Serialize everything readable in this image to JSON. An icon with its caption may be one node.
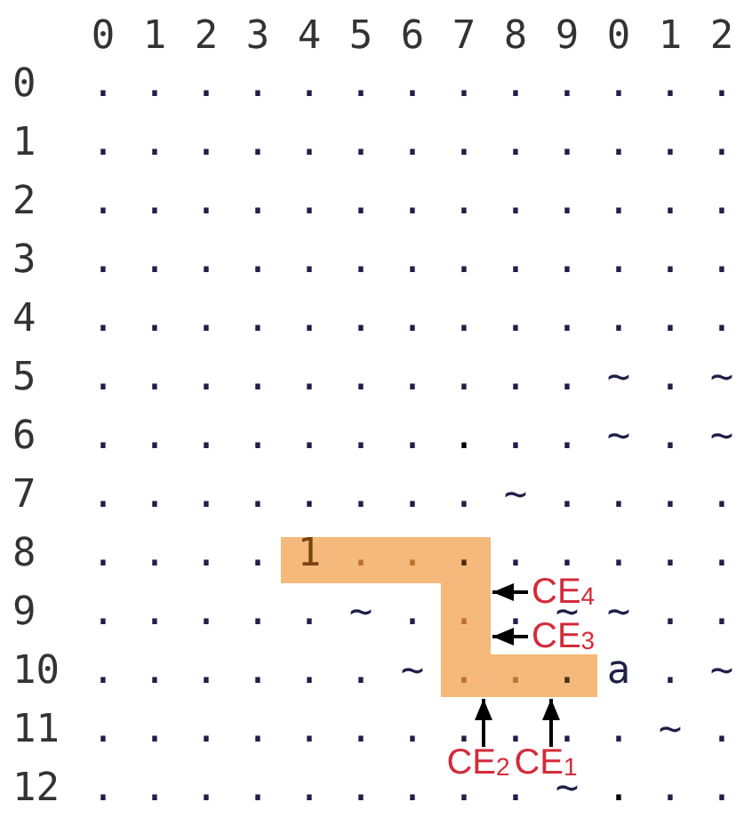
{
  "diagram": {
    "nodes": [
      {
        "text": [],
        "shape": "band"
      },
      {
        "text": [
          "CE$_{4}$"
        ]
      },
      {
        "text": [
          "CE$_{3}$"
        ]
      },
      {
        "text": [
          "CE$_{2}$"
        ]
      },
      {
        "text": [
          "CE$_{1}$"
        ]
      }
    ],
    "edges": [
      {
        "from": 1,
        "to": 0,
        "arrow": "to"
      },
      {
        "from": 2,
        "to": 0,
        "arrow": "to"
      },
      {
        "from": 3,
        "to": 0,
        "arrow": "to"
      },
      {
        "from": 4,
        "to": 0,
        "arrow": "to"
      }
    ],
    "labels": [
      "0",
      "1",
      "2",
      "3",
      "4",
      "5",
      "6",
      "7",
      "8",
      "9",
      "0",
      "1",
      "2",
      "0",
      ".",
      ".",
      ".",
      ".",
      ".",
      ".",
      ".",
      ".",
      ".",
      ".",
      ".",
      ".",
      ".",
      "1",
      ".",
      ".",
      ".",
      ".",
      ".",
      ".",
      ".",
      ".",
      ".",
      ".",
      ".",
      ".",
      ".",
      "2",
      ".",
      ".",
      ".",
      ".",
      ".",
      ".",
      ".",
      ".",
      ".",
      ".",
      ".",
      ".",
      ".",
      "3",
      ".",
      ".",
      ".",
      ".",
      ".",
      ".",
      ".",
      ".",
      ".",
      ".",
      ".",
      ".",
      ".",
      "4",
      ".",
      ".",
      ".",
      ".",
      ".",
      ".",
      ".",
      ".",
      ".",
      ".",
      ".",
      ".",
      ".",
      "5",
      ".",
      ".",
      ".",
      ".",
      ".",
      ".",
      ".",
      ".",
      ".",
      ".",
      "~",
      ".",
      "~",
      "6",
      ".",
      ".",
      ".",
      ".",
      ".",
      ".",
      ".",
      ".",
      ".",
      ".",
      "~",
      ".",
      "~",
      "7",
      ".",
      ".",
      ".",
      ".",
      ".",
      ".",
      ".",
      ".",
      "~",
      ".",
      ".",
      ".",
      ".",
      "8",
      ".",
      ".",
      ".",
      ".",
      "1",
      ".",
      ".",
      ".",
      ".",
      ".",
      ".",
      ".",
      ".",
      "9",
      ".",
      ".",
      ".",
      ".",
      ".",
      "~",
      ".",
      ".",
      ".",
      "~",
      "~",
      ".",
      ".",
      "10",
      ".",
      ".",
      ".",
      ".",
      ".",
      ".",
      "~",
      ".",
      ".",
      ".",
      "a",
      ".",
      "~",
      "11",
      ".",
      ".",
      ".",
      ".",
      ".",
      ".",
      ".",
      ".",
      ".",
      ".",
      ".",
      "~",
      ".",
      "12",
      ".",
      ".",
      ".",
      ".",
      ".",
      ".",
      ".",
      ".",
      ".",
      "~",
      ".",
      ".",
      "."
    ]
  }
}
